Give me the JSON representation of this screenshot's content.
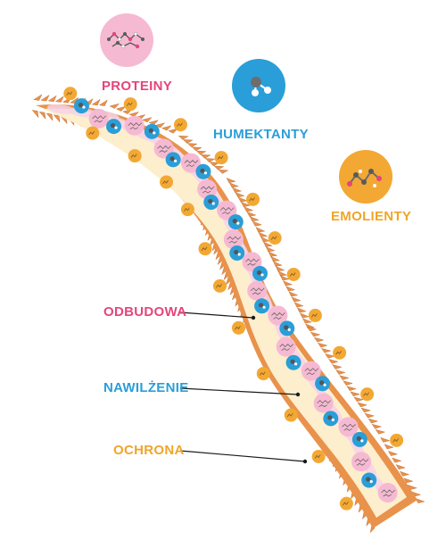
{
  "colors": {
    "protein": "#f6b9d2",
    "protein_text": "#e5457c",
    "humectant": "#2a9ed8",
    "emollient": "#f2a833",
    "cuticle": "#e8924b",
    "cuticle_dark": "#b8622a",
    "cortex": "#fdeecd",
    "inner_pink": "#f6d2e6",
    "line": "#1a1a1a"
  },
  "legend": {
    "proteiny": "PROTEINY",
    "humektanty": "HUMEKTANTY",
    "emolienty": "EMOLIENTY"
  },
  "callouts": {
    "odbudowa": "ODBUDOWA",
    "nawilzenie": "NAWILŻENIE",
    "ochrona": "OCHRONA"
  },
  "icons": {
    "protein": "protein-molecule-icon",
    "humectant": "humectant-molecule-icon",
    "emollient": "emollient-molecule-icon"
  }
}
